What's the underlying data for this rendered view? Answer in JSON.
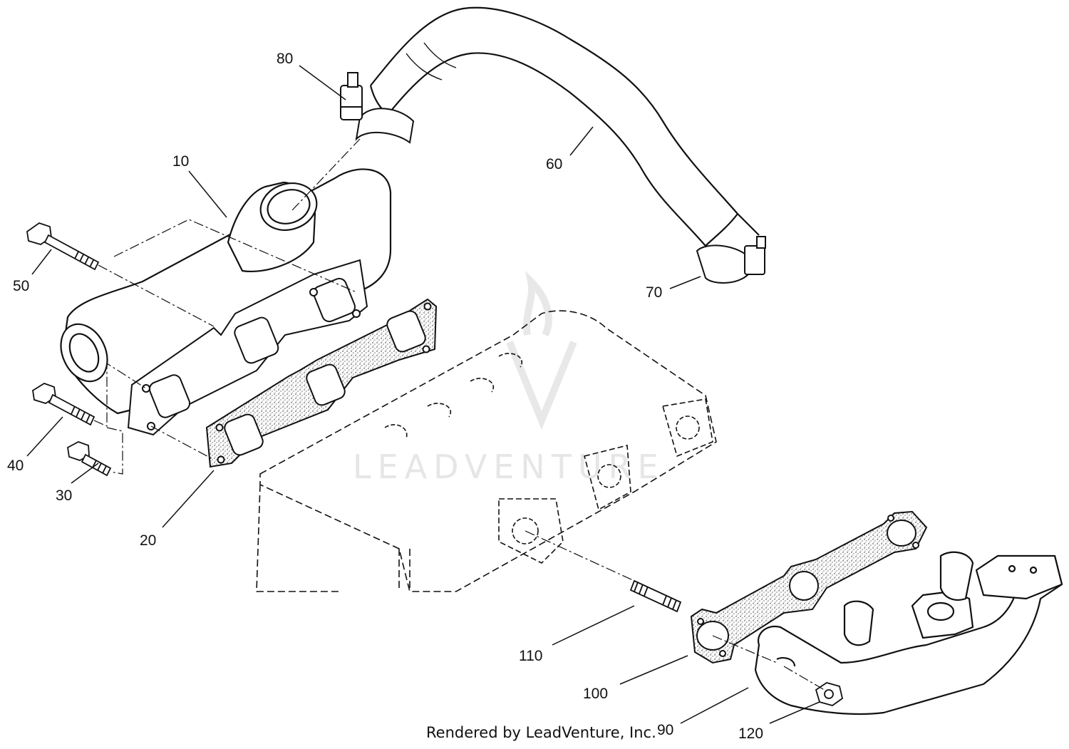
{
  "callouts": {
    "c10": "10",
    "c20": "20",
    "c30": "30",
    "c40": "40",
    "c50": "50",
    "c60": "60",
    "c70": "70",
    "c80": "80",
    "c90": "90",
    "c100": "100",
    "c110": "110",
    "c120": "120"
  },
  "watermark": "LEADVENTURE",
  "credit": "Rendered by LeadVenture, Inc."
}
